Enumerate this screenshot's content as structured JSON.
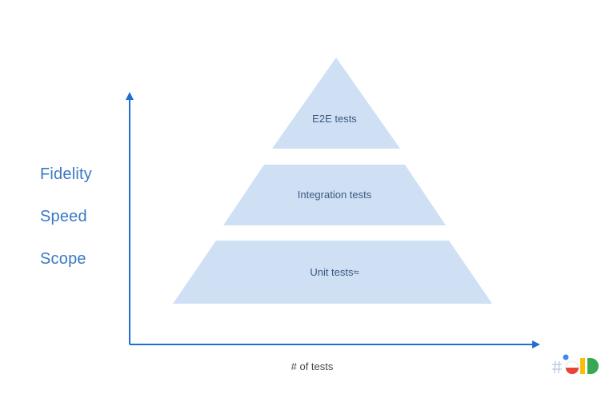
{
  "y_axis_labels": [
    "Fidelity",
    "Speed",
    "Scope"
  ],
  "x_axis_label": "# of tests",
  "tiers": {
    "top": "E2E tests",
    "middle": "Integration tests",
    "bottom": "Unit tests≈"
  },
  "colors": {
    "tier_fill": "#cfe0f5",
    "axis": "#1f6fd1",
    "axis_label": "#3b78c4",
    "logo_blue": "#4285f4",
    "logo_red": "#ea4335",
    "logo_yellow": "#fbbc04",
    "logo_green": "#34a853"
  },
  "logo_icon": "google-io-logo-icon"
}
